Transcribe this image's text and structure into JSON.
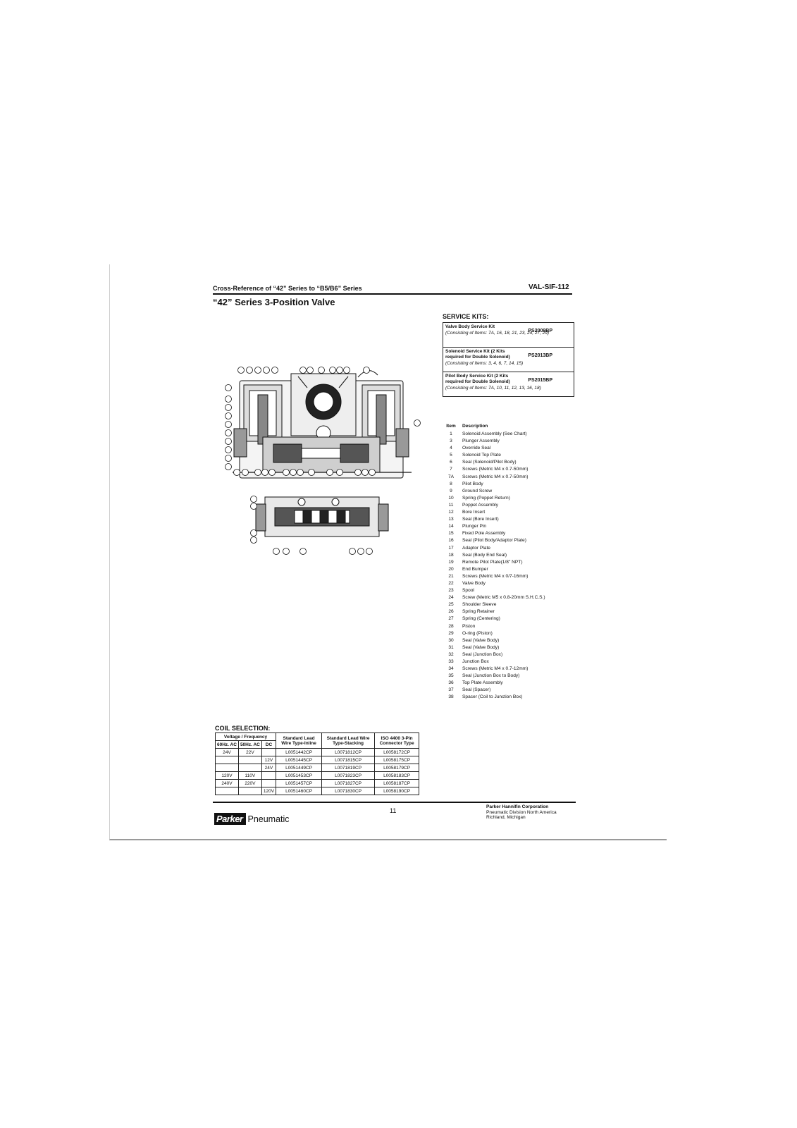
{
  "header": {
    "left": "Cross-Reference of “42” Series to “B5/B6” Series",
    "right": "VAL-SIF-112"
  },
  "title": "“42” Series 3-Position Valve",
  "service_kits": {
    "heading": "SERVICE KITS:",
    "kits": [
      {
        "name": "Valve Body Service Kit",
        "part": "PS2009BP",
        "note": "(Consisting of Items: 7A, 16, 18, 21, 23, 24, 27, 29)"
      },
      {
        "name": "Solenoid Service Kit (2 Kits required for Double Solenoid)",
        "part": "PS2013BP",
        "note": "(Consisting of Items: 3, 4, 6, 7, 14, 15)"
      },
      {
        "name": "Pilot Body Service Kit (2 Kits required for Double Solenoid)",
        "part": "PS2015BP",
        "note": "(Consisting of Items: 7A, 10, 11, 12, 13, 16, 18)"
      }
    ]
  },
  "items": {
    "col_item": "Item",
    "col_desc": "Description",
    "rows": [
      {
        "no": "1",
        "desc": "Solenoid Assembly (See Chart)"
      },
      {
        "no": "3",
        "desc": "Plunger Assembly"
      },
      {
        "no": "4",
        "desc": "Override Seal"
      },
      {
        "no": "5",
        "desc": "Solenoid Top Plate"
      },
      {
        "no": "6",
        "desc": "Seal (Solenoid/Pilot Body)"
      },
      {
        "no": "7",
        "desc": "Screws (Metric M4 x 0.7-50mm)"
      },
      {
        "no": "7A",
        "desc": "Screws (Metric M4 x 0.7-50mm)"
      },
      {
        "no": "8",
        "desc": "Pilot Body"
      },
      {
        "no": "9",
        "desc": "Ground Screw"
      },
      {
        "no": "10",
        "desc": "Spring (Poppet Return)"
      },
      {
        "no": "11",
        "desc": "Poppet Assembly"
      },
      {
        "no": "12",
        "desc": "Bore Insert"
      },
      {
        "no": "13",
        "desc": "Seal (Bore Insert)"
      },
      {
        "no": "14",
        "desc": "Plunger Pin"
      },
      {
        "no": "15",
        "desc": "Fixed Pole Assembly"
      },
      {
        "no": "16",
        "desc": "Seal (Pilot Body/Adaptor Plate)"
      },
      {
        "no": "17",
        "desc": "Adaptor Plate"
      },
      {
        "no": "18",
        "desc": "Seal (Body End Seal)"
      },
      {
        "no": "19",
        "desc": "Remote Pilot Plate(1/8\" NPT)"
      },
      {
        "no": "20",
        "desc": "End Bumper"
      },
      {
        "no": "21",
        "desc": "Screws (Metric M4 x 0/7-16mm)"
      },
      {
        "no": "22",
        "desc": "Valve Body"
      },
      {
        "no": "23",
        "desc": "Spool"
      },
      {
        "no": "24",
        "desc": "Screw (Metric M5 x 0.8-20mm S.H.C.S.)"
      },
      {
        "no": "25",
        "desc": "Shoulder Sleeve"
      },
      {
        "no": "26",
        "desc": "Spring Retainer"
      },
      {
        "no": "27",
        "desc": "Spring (Centering)"
      },
      {
        "no": "28",
        "desc": "Piston"
      },
      {
        "no": "29",
        "desc": "O-ring (Piston)"
      },
      {
        "no": "30",
        "desc": "Seal (Valve Body)"
      },
      {
        "no": "31",
        "desc": "Seal (Valve Body)"
      },
      {
        "no": "32",
        "desc": "Seal (Junction Box)"
      },
      {
        "no": "33",
        "desc": "Junction Box"
      },
      {
        "no": "34",
        "desc": "Screws (Metric M4 x 0.7-12mm)"
      },
      {
        "no": "35",
        "desc": "Seal (Junction Box to Body)"
      },
      {
        "no": "36",
        "desc": "Top Plate Assembly"
      },
      {
        "no": "37",
        "desc": "Seal (Spacer)"
      },
      {
        "no": "38",
        "desc": "Spacer (Coil to Junction Box)"
      }
    ]
  },
  "coil": {
    "heading": "COIL SELECTION:",
    "group_header": "Voltage / Frequency",
    "headers": [
      "60Hz. AC",
      "50Hz. AC",
      "DC",
      "Standard Lead Wire Type-Inline",
      "Standard Lead Wire Type-Stacking",
      "ISO 4400 3-Pin Connector Type"
    ],
    "rows": [
      [
        "24V",
        "22V",
        "",
        "L0051442CP",
        "L0071812CP",
        "L0058172CP"
      ],
      [
        "",
        "",
        "12V",
        "L0051445CP",
        "L0071815CP",
        "L0058175CP"
      ],
      [
        "",
        "",
        "24V",
        "L0051449CP",
        "L0071819CP",
        "L0058179CP"
      ],
      [
        "120V",
        "110V",
        "",
        "L0051453CP",
        "L0071823CP",
        "L0058183CP"
      ],
      [
        "240V",
        "220V",
        "",
        "L0051457CP",
        "L0071827CP",
        "L0058187CP"
      ],
      [
        "",
        "",
        "120V",
        "L0051460CP",
        "L0071830CP",
        "L0058190CP"
      ]
    ]
  },
  "footer": {
    "page": "11",
    "corp_name": "Parker Hannifin Corporation",
    "corp_div": "Pneumatic Division North America",
    "corp_city": "Richland, Michigan",
    "logo_mark": "Parker",
    "logo_word": "Pneumatic"
  }
}
